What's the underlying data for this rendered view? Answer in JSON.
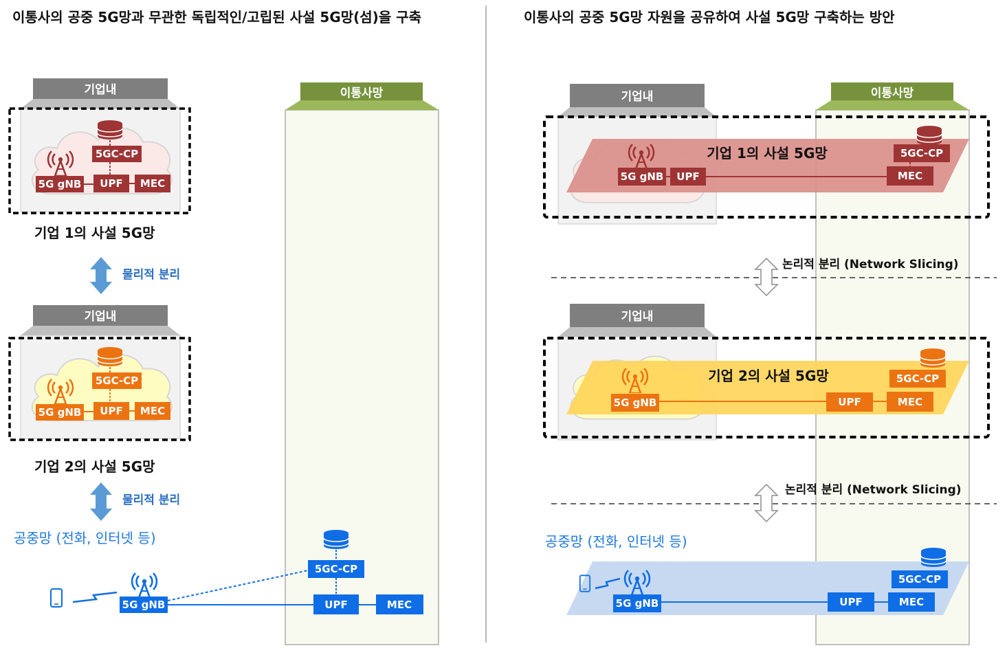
{
  "left": {
    "heading": "이통사의 공중 5G망과 무관한 독립적인/고립된 사설 5G망(섬)을 구축",
    "enterprise_tab_1": "기업내",
    "enterprise_tab_2": "기업내",
    "carrier_tab": "이통사망",
    "ent1": {
      "core": "5GC-CP",
      "gnb": "5G gNB",
      "upf": "UPF",
      "mec": "MEC",
      "caption": "기업 1의 사설 5G망"
    },
    "ent2": {
      "core": "5GC-CP",
      "gnb": "5G gNB",
      "upf": "UPF",
      "mec": "MEC",
      "caption": "기업 2의 사설 5G망"
    },
    "separation_1": "물리적 분리",
    "separation_2": "물리적 분리",
    "public": {
      "title": "공중망 (전화, 인터넷 등)",
      "gnb": "5G gNB",
      "core": "5GC-CP",
      "upf": "UPF",
      "mec": "MEC"
    }
  },
  "right": {
    "heading": "이통사의 공중 5G망 자원을 공유하여 사설 5G망 구축하는 방안",
    "enterprise_tab_1": "기업내",
    "enterprise_tab_2": "기업내",
    "carrier_tab": "이통사망",
    "slice1": {
      "title": "기업 1의 사설 5G망",
      "gnb": "5G gNB",
      "upf": "UPF",
      "core": "5GC-CP",
      "mec": "MEC"
    },
    "slice2": {
      "title": "기업 2의 사설 5G망",
      "gnb": "5G gNB",
      "upf": "UPF",
      "core": "5GC-CP",
      "mec": "MEC"
    },
    "slicing_1": "논리적 분리 (Network Slicing)",
    "slicing_2": "논리적 분리 (Network Slicing)",
    "public": {
      "title": "공중망 (전화, 인터넷 등)",
      "gnb": "5G gNB",
      "upf": "UPF",
      "core": "5GC-CP",
      "mec": "MEC"
    }
  },
  "colors": {
    "enterprise1": "#9e3434",
    "enterprise2": "#ec7311",
    "public": "#0f6de6",
    "carrier": "#76923c",
    "enterprise_tab": "#7f7f7f"
  }
}
